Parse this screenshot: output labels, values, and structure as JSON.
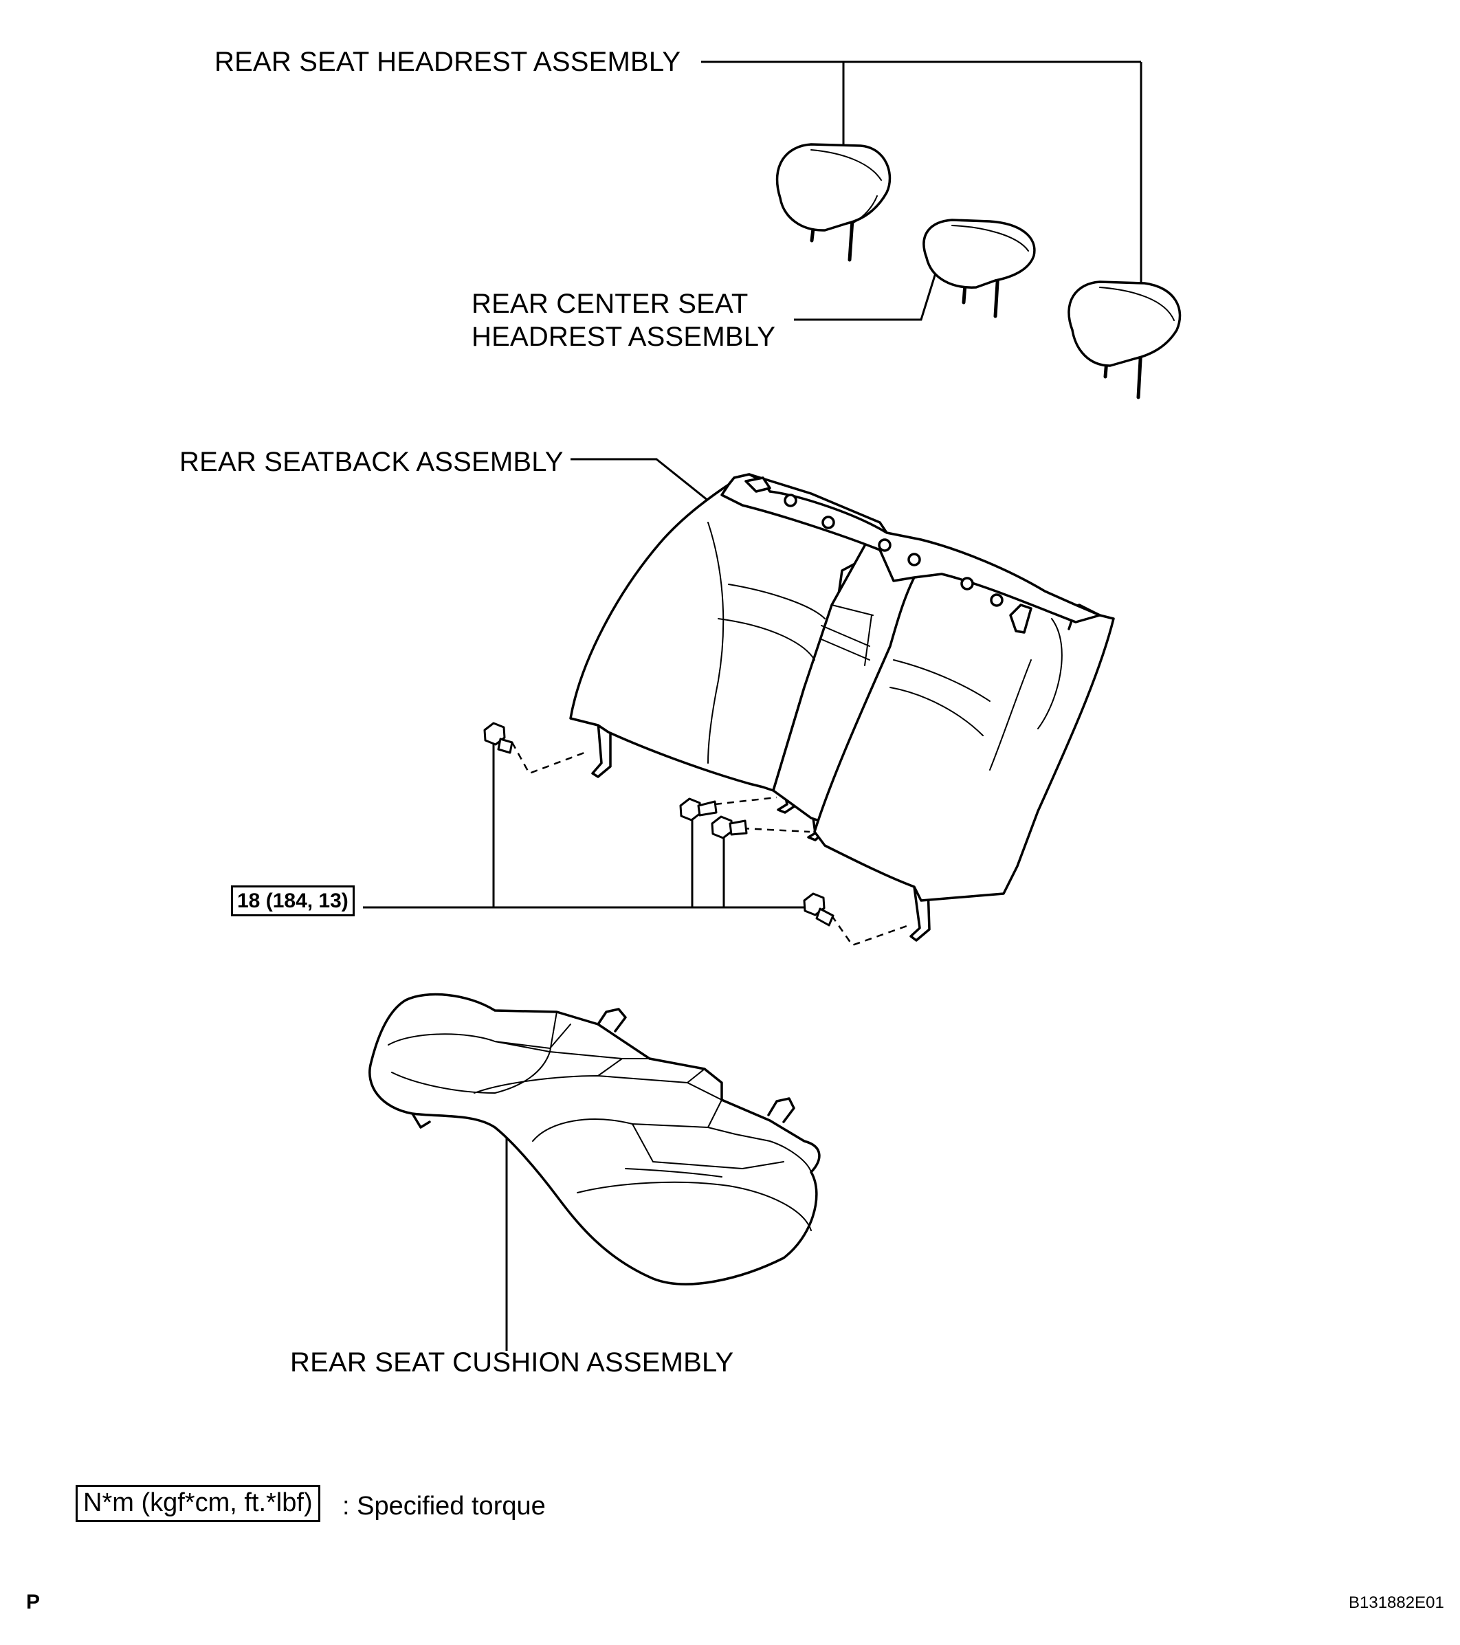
{
  "labels": {
    "rear_seat_headrest": "REAR SEAT HEADREST ASSEMBLY",
    "rear_center_headrest_line1": "REAR CENTER SEAT",
    "rear_center_headrest_line2": "HEADREST ASSEMBLY",
    "rear_seatback": "REAR SEATBACK ASSEMBLY",
    "rear_seat_cushion": "REAR SEAT CUSHION ASSEMBLY"
  },
  "torque": {
    "spec": "18 (184, 13)"
  },
  "legend": {
    "units": "N*m (kgf*cm, ft.*lbf)",
    "description": ": Specified torque"
  },
  "footer": {
    "section_code": "P",
    "figure_id": "B131882E01"
  }
}
